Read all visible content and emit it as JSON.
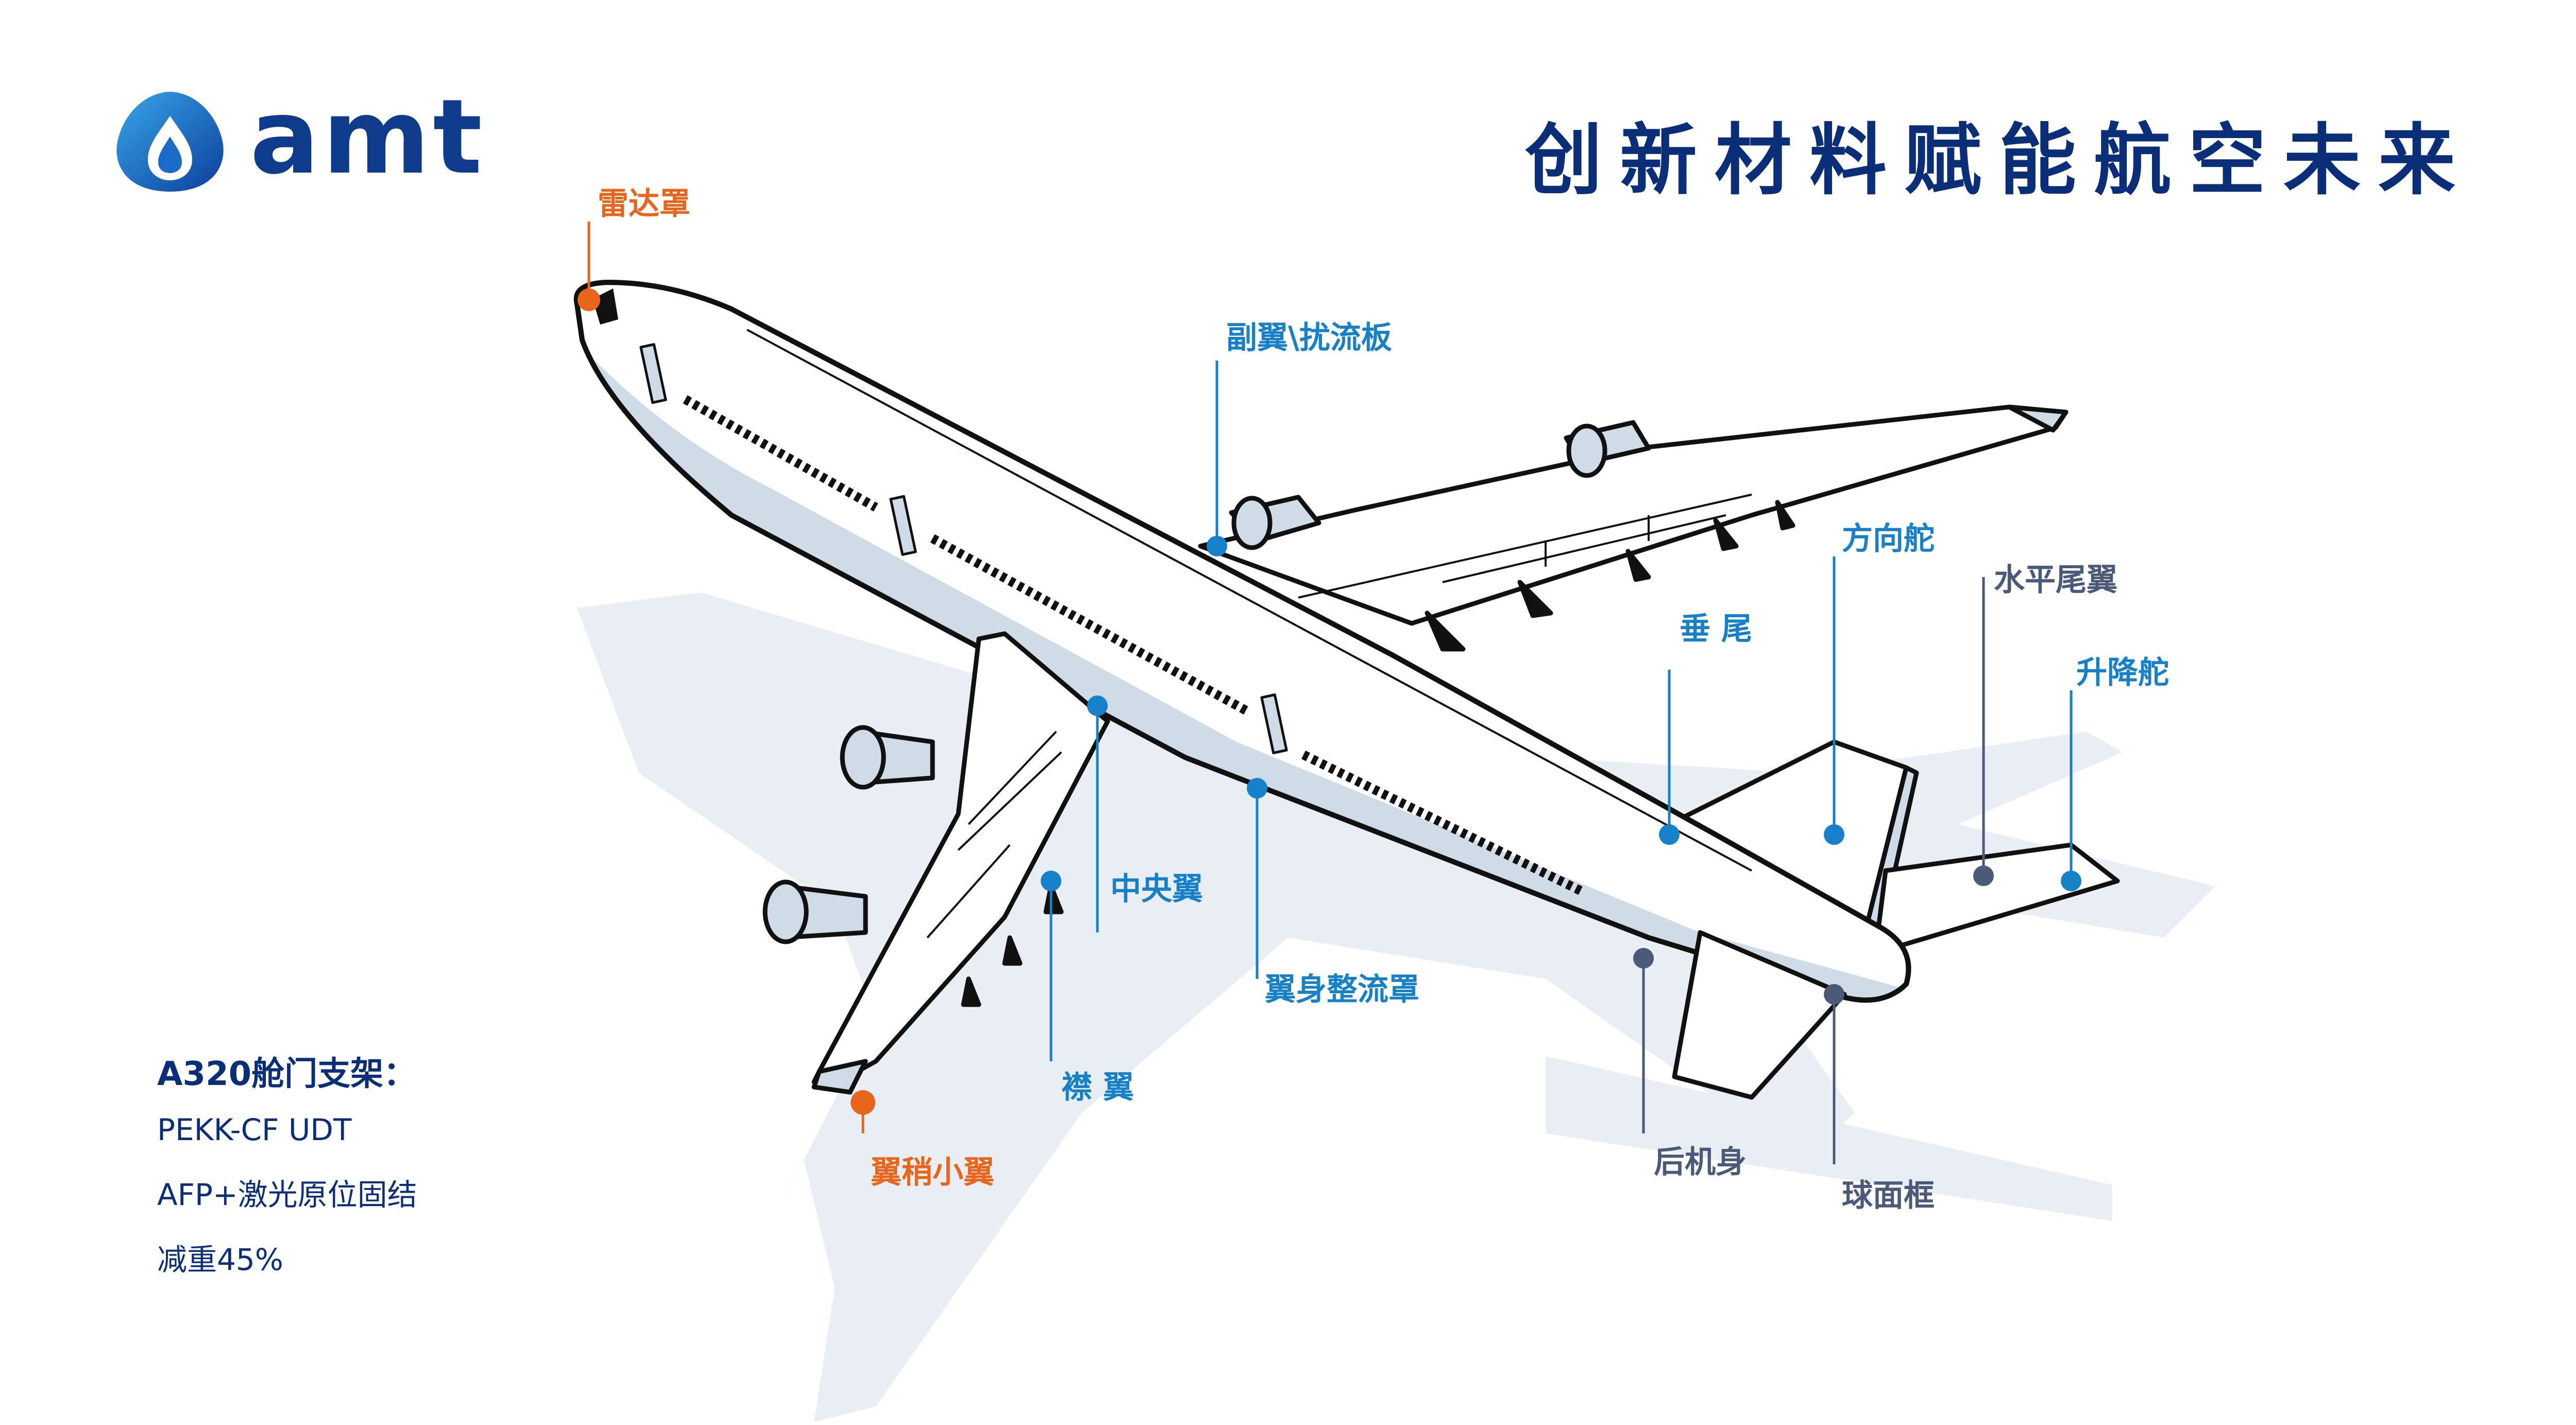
{
  "brand": {
    "name": "amt",
    "icon": "droplet-logo-icon",
    "color": "#0f3b8c"
  },
  "headline": "创新材料赋能航空未来",
  "parts": {
    "radome": "雷达罩",
    "aileron_spoiler": "副翼\\扰流板",
    "rudder": "方向舵",
    "horizontal_stabilizer": "水平尾翼",
    "vertical_tail": "垂 尾",
    "elevator": "升降舵",
    "center_wing": "中央翼",
    "wing_body_fairing": "翼身整流罩",
    "flap": "襟 翼",
    "winglet": "翼稍小翼",
    "aft_fuselage": "后机身",
    "pressure_bulkhead": "球面框"
  },
  "spec": {
    "title": "A320舱门支架：",
    "material": "PEKK-CF UDT",
    "process": "AFP+激光原位固结",
    "weight": "减重45%"
  },
  "colors": {
    "navy": "#0b2e78",
    "blue_marker": "#1680c8",
    "orange_marker": "#e8661c",
    "gray_marker": "#4a5a78",
    "shadow": "#e9eef4",
    "fuselage_belly": "#cfdbe6"
  }
}
